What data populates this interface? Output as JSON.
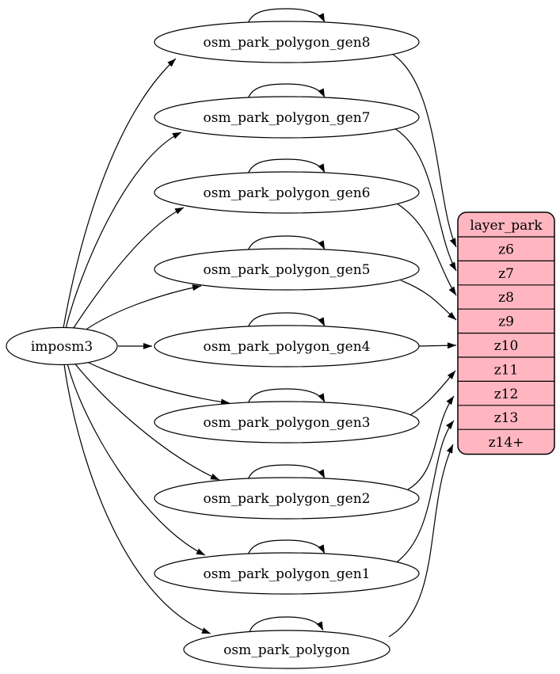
{
  "graph": {
    "background": "#ffffff",
    "edge_color": "#000000",
    "node_fill": "#ffffff",
    "node_stroke": "#000000"
  },
  "nodes": {
    "source": {
      "label": "imposm3"
    },
    "tables": [
      {
        "label": "osm_park_polygon_gen8",
        "self_loop": true,
        "target_row": "z6"
      },
      {
        "label": "osm_park_polygon_gen7",
        "self_loop": true,
        "target_row": "z7"
      },
      {
        "label": "osm_park_polygon_gen6",
        "self_loop": true,
        "target_row": "z8"
      },
      {
        "label": "osm_park_polygon_gen5",
        "self_loop": true,
        "target_row": "z9"
      },
      {
        "label": "osm_park_polygon_gen4",
        "self_loop": true,
        "target_row": "z10"
      },
      {
        "label": "osm_park_polygon_gen3",
        "self_loop": true,
        "target_row": "z11"
      },
      {
        "label": "osm_park_polygon_gen2",
        "self_loop": true,
        "target_row": "z12"
      },
      {
        "label": "osm_park_polygon_gen1",
        "self_loop": true,
        "target_row": "z13"
      },
      {
        "label": "osm_park_polygon",
        "self_loop": true,
        "target_row": "z14+"
      }
    ]
  },
  "layer": {
    "title": "layer_park",
    "fill": "#ffb6c1",
    "stroke": "#000000",
    "rows": [
      "z6",
      "z7",
      "z8",
      "z9",
      "z10",
      "z11",
      "z12",
      "z13",
      "z14+"
    ]
  },
  "edges": {
    "from_source": [
      {
        "from": "imposm3",
        "to": "osm_park_polygon_gen8"
      },
      {
        "from": "imposm3",
        "to": "osm_park_polygon_gen7"
      },
      {
        "from": "imposm3",
        "to": "osm_park_polygon_gen6"
      },
      {
        "from": "imposm3",
        "to": "osm_park_polygon_gen5"
      },
      {
        "from": "imposm3",
        "to": "osm_park_polygon_gen4"
      },
      {
        "from": "imposm3",
        "to": "osm_park_polygon_gen3"
      },
      {
        "from": "imposm3",
        "to": "osm_park_polygon_gen2"
      },
      {
        "from": "imposm3",
        "to": "osm_park_polygon_gen1"
      },
      {
        "from": "imposm3",
        "to": "osm_park_polygon"
      }
    ],
    "to_layer": [
      {
        "from": "osm_park_polygon_gen8",
        "to": "layer_park:z6"
      },
      {
        "from": "osm_park_polygon_gen7",
        "to": "layer_park:z7"
      },
      {
        "from": "osm_park_polygon_gen6",
        "to": "layer_park:z8"
      },
      {
        "from": "osm_park_polygon_gen5",
        "to": "layer_park:z9"
      },
      {
        "from": "osm_park_polygon_gen4",
        "to": "layer_park:z10"
      },
      {
        "from": "osm_park_polygon_gen3",
        "to": "layer_park:z11"
      },
      {
        "from": "osm_park_polygon_gen2",
        "to": "layer_park:z12"
      },
      {
        "from": "osm_park_polygon_gen1",
        "to": "layer_park:z13"
      },
      {
        "from": "osm_park_polygon",
        "to": "layer_park:z14+"
      }
    ]
  }
}
